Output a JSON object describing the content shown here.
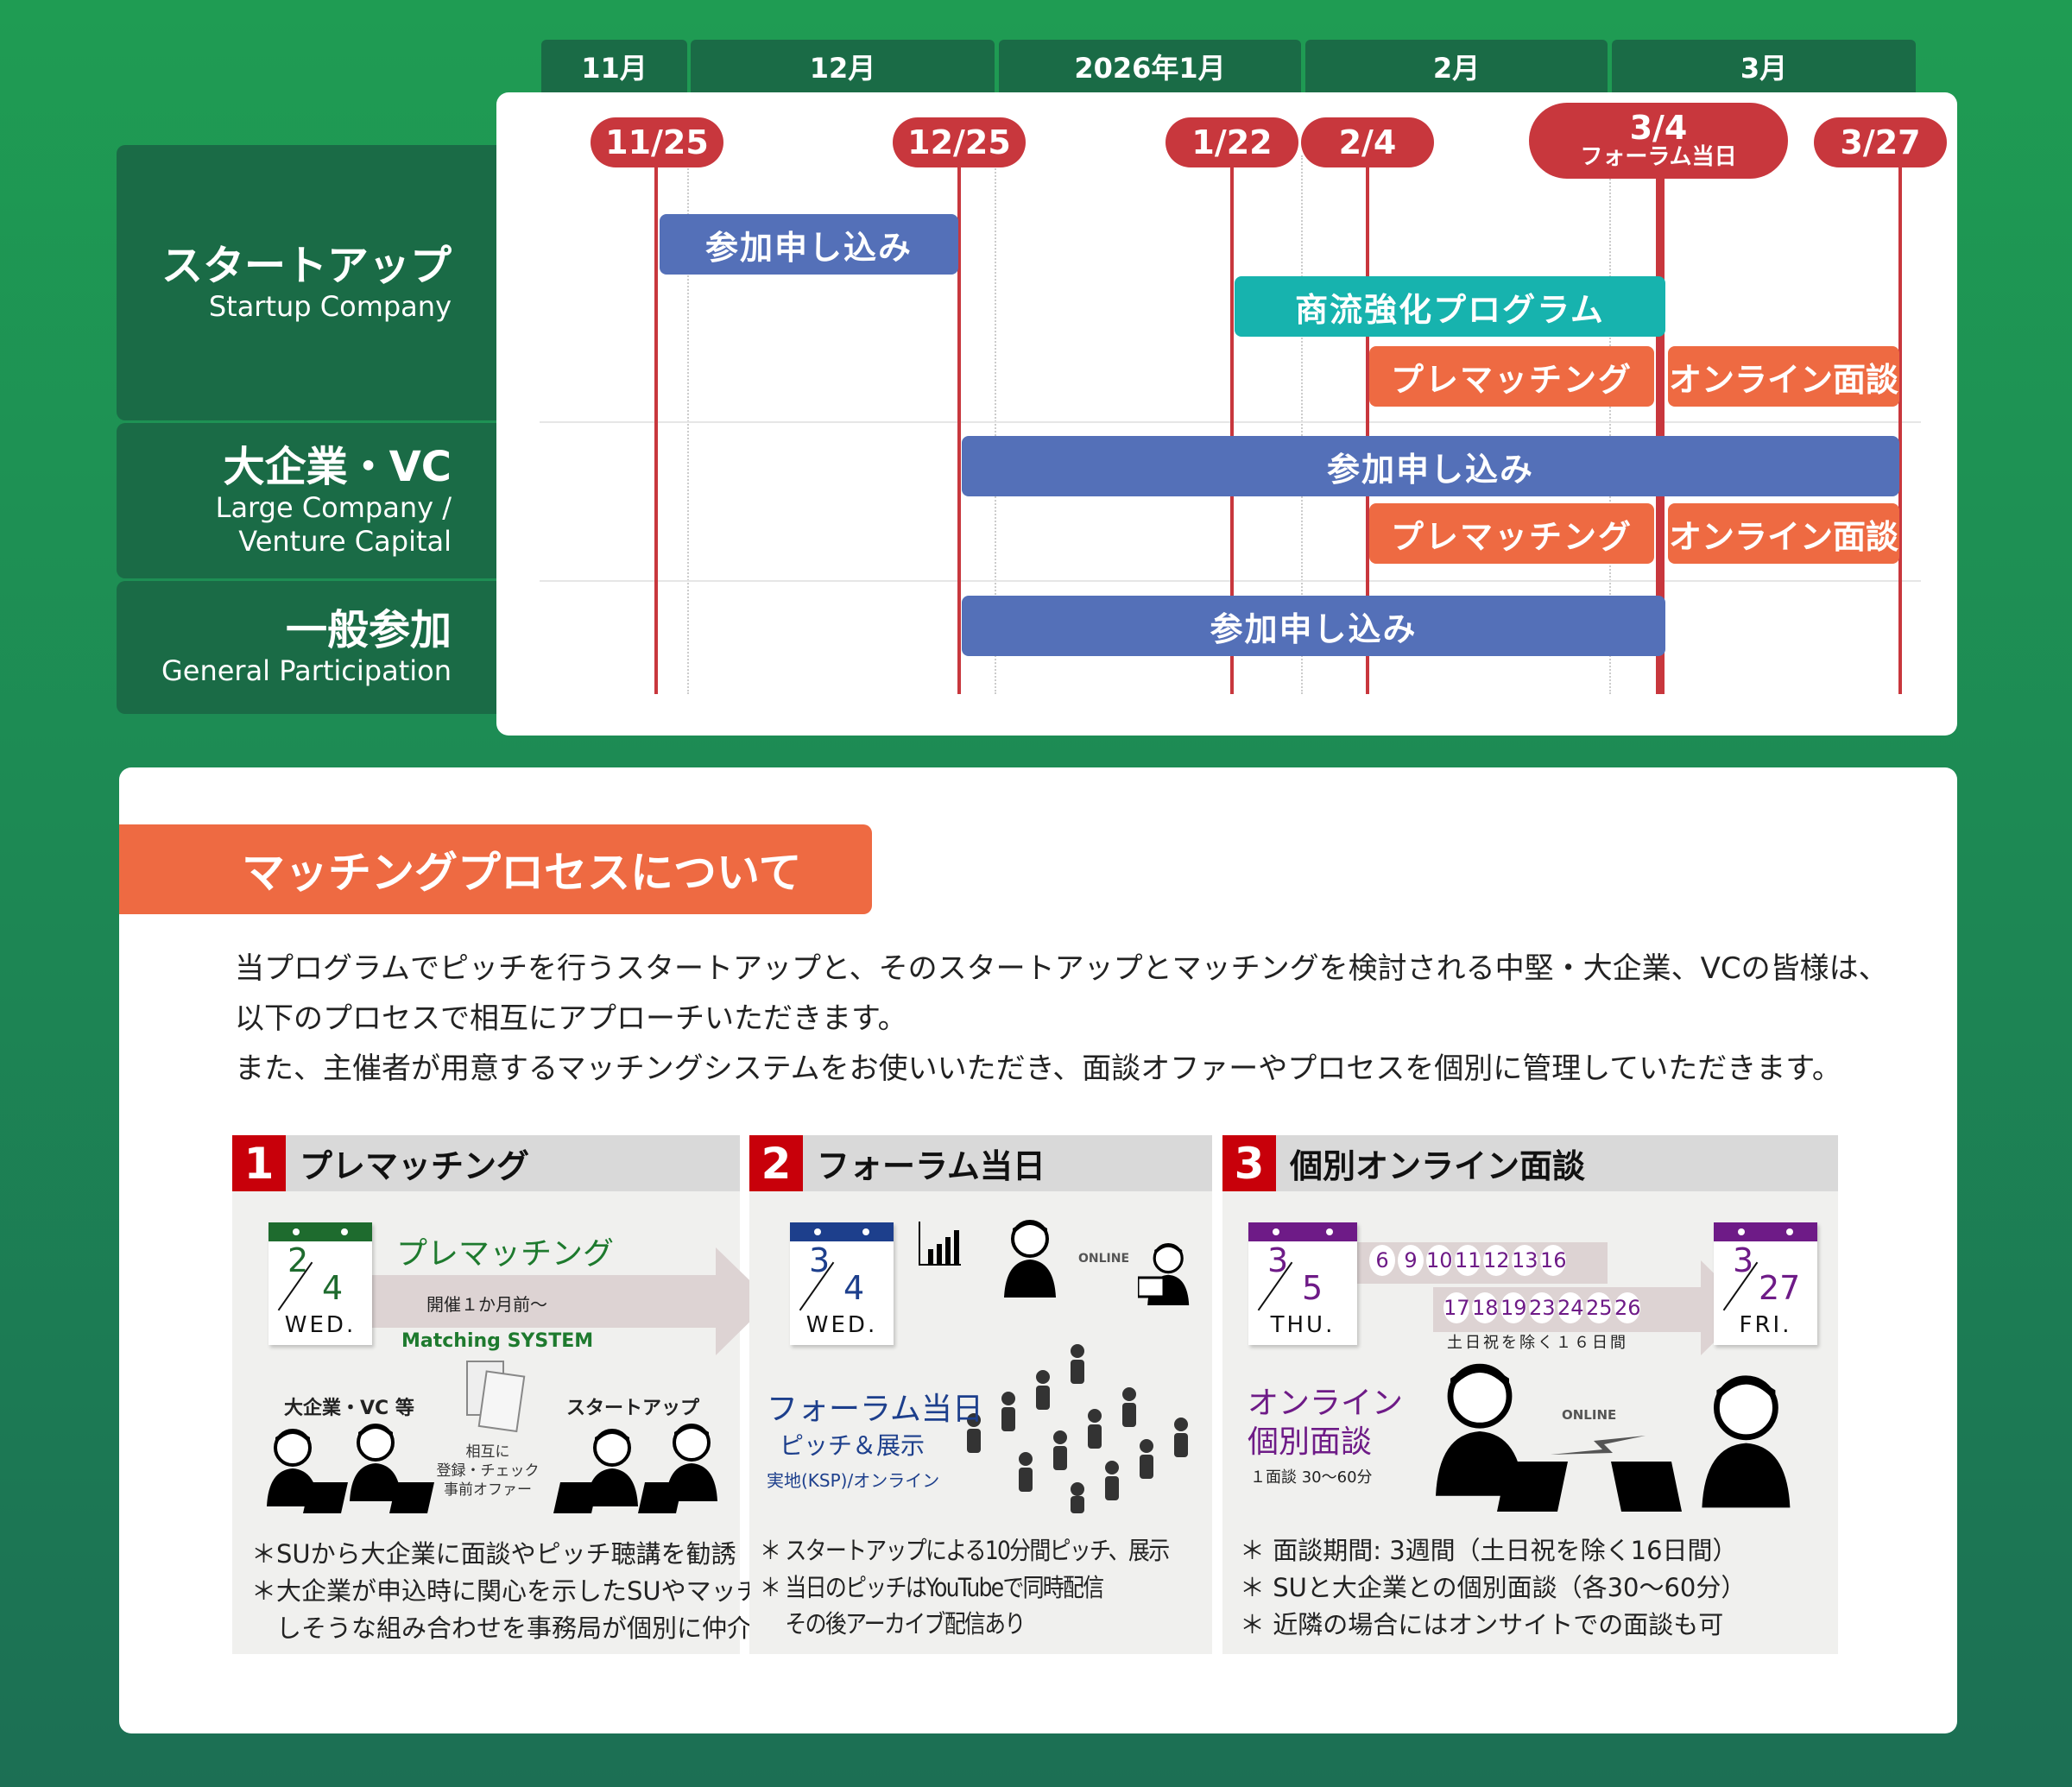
{
  "timeline": {
    "months": [
      "11月",
      "12月",
      "2026年1月",
      "2月",
      "3月"
    ],
    "rows": [
      {
        "jp": "スタートアップ",
        "en": "Startup Company"
      },
      {
        "jp": "大企業・VC",
        "en": "Large Company /",
        "en2": "Venture Capital"
      },
      {
        "jp": "一般参加",
        "en": "General Participation"
      }
    ],
    "dates": [
      "11/25",
      "12/25",
      "1/22",
      "2/4",
      "3/4",
      "3/27"
    ],
    "forum_day_label": "フォーラム当日",
    "bars": {
      "su_apply": "参加申し込み",
      "su_program": "商流強化プログラム",
      "su_prematch": "プレマッチング",
      "su_online": "オンライン面談",
      "lc_apply": "参加申し込み",
      "lc_prematch": "プレマッチング",
      "lc_online": "オンライン面談",
      "gp_apply": "参加申し込み"
    },
    "colors": {
      "apply": "#5470b8",
      "program": "#17b3ae",
      "matching": "#ee6a42",
      "date": "#c8373d"
    }
  },
  "process": {
    "title": "マッチングプロセスについて",
    "paragraph": [
      "当プログラムでピッチを行うスタートアップと、そのスタートアップとマッチングを検討される中堅・大企業、VCの皆様は、",
      "以下のプロセスで相互にアプローチいただきます。",
      "また、主催者が用意するマッチングシステムをお使いいただき、面談オファーやプロセスを個別に管理していただきます。"
    ],
    "steps": [
      {
        "num": "1",
        "title": "プレマッチング",
        "cal": {
          "month": "2",
          "day": "4",
          "weekday": "WED."
        },
        "label": "プレマッチング",
        "sub": "開催１か月前～",
        "system": "Matching SYSTEM",
        "left": "大企業・VC 等",
        "right": "スタートアップ",
        "mutual": [
          "相互に",
          "登録・チェック",
          "事前オファー"
        ],
        "bullets": [
          "＊SUから大企業に面談やピッチ聴講を勧誘",
          "＊大企業が申込時に関心を示したSUやマッチ",
          "　しそうな組み合わせを事務局が個別に仲介"
        ]
      },
      {
        "num": "2",
        "title": "フォーラム当日",
        "cal": {
          "month": "3",
          "day": "4",
          "weekday": "WED."
        },
        "label": "フォーラム当日",
        "sub": "ピッチ＆展示",
        "place": "実地(KSP)/オンライン",
        "online": "ONLINE",
        "bullets": [
          "＊ スタートアップによる10分間ピッチ、展示",
          "＊ 当日のピッチはYouTubeで同時配信",
          "　 その後アーカイブ配信あり"
        ]
      },
      {
        "num": "3",
        "title": "個別オンライン面談",
        "cal": {
          "month": "3",
          "day": "5",
          "weekday": "THU."
        },
        "cal_end": {
          "month": "3",
          "day": "27",
          "weekday": "FRI."
        },
        "days_row1": [
          "6",
          "9",
          "10",
          "11",
          "12",
          "13",
          "16"
        ],
        "days_row2": [
          "17",
          "18",
          "19",
          "23",
          "24",
          "25",
          "26"
        ],
        "days_note": "土日祝を除く１６日間",
        "label1": "オンライン",
        "label2": "個別面談",
        "duration": "１面談 30～60分",
        "online": "ONLINE",
        "bullets": [
          "＊ 面談期間: 3週間（土日祝を除く16日間）",
          "＊ SUと大企業との個別面談（各30～60分）",
          "＊ 近隣の場合にはオンサイトでの面談も可"
        ]
      }
    ]
  }
}
